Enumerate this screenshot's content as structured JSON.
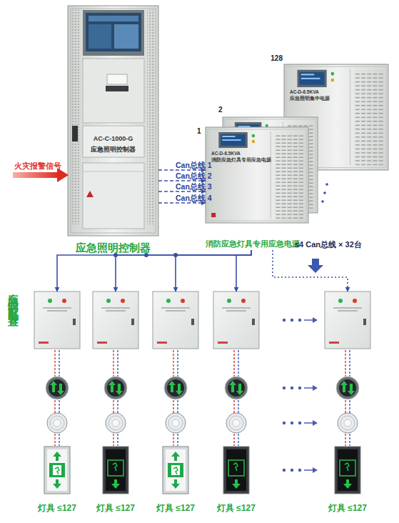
{
  "diagram": {
    "nodes": [
      {
        "text": [
          "AC-C-1000-G",
          "应急照明控制器",
          "应急照明控制器"
        ]
      },
      {
        "text": [
          "128",
          "AC-D-6.5KVA",
          "应急照明集中电源"
        ]
      },
      {
        "text": [
          "2"
        ]
      },
      {
        "text": [
          "1",
          "AC-D-6.5KVA",
          "消防应急灯具专用应急电源",
          "消防应急灯具专用应急电源"
        ]
      },
      {
        "text": [
          "灯具 ≤127"
        ]
      },
      {
        "text": [
          "灯具 ≤127"
        ]
      },
      {
        "text": [
          "灯具 ≤127"
        ]
      },
      {
        "text": [
          "灯具 ≤127"
        ]
      },
      {
        "text": [
          "灯具 ≤127"
        ]
      }
    ],
    "edges": [
      {
        "from": 0,
        "to": 3,
        "arrow": "to",
        "label": "Can总线 1"
      },
      {
        "from": 0,
        "to": 3,
        "arrow": "to",
        "label": "Can总线 2"
      },
      {
        "from": 0,
        "to": 3,
        "arrow": "to",
        "label": "Can总线 3"
      },
      {
        "from": 0,
        "to": 3,
        "arrow": "to",
        "label": "Can总线 4"
      },
      {
        "from": 3,
        "to": 4,
        "arrow": "to"
      },
      {
        "from": 3,
        "to": 5,
        "arrow": "to"
      },
      {
        "from": 3,
        "to": 6,
        "arrow": "to"
      },
      {
        "from": 3,
        "to": 7,
        "arrow": "to"
      },
      {
        "from": 3,
        "to": 8,
        "arrow": "to"
      }
    ],
    "labels": [
      "火灾报警信号",
      "≤4 Can总线 × 32台",
      "应急照明分配电装置"
    ]
  }
}
